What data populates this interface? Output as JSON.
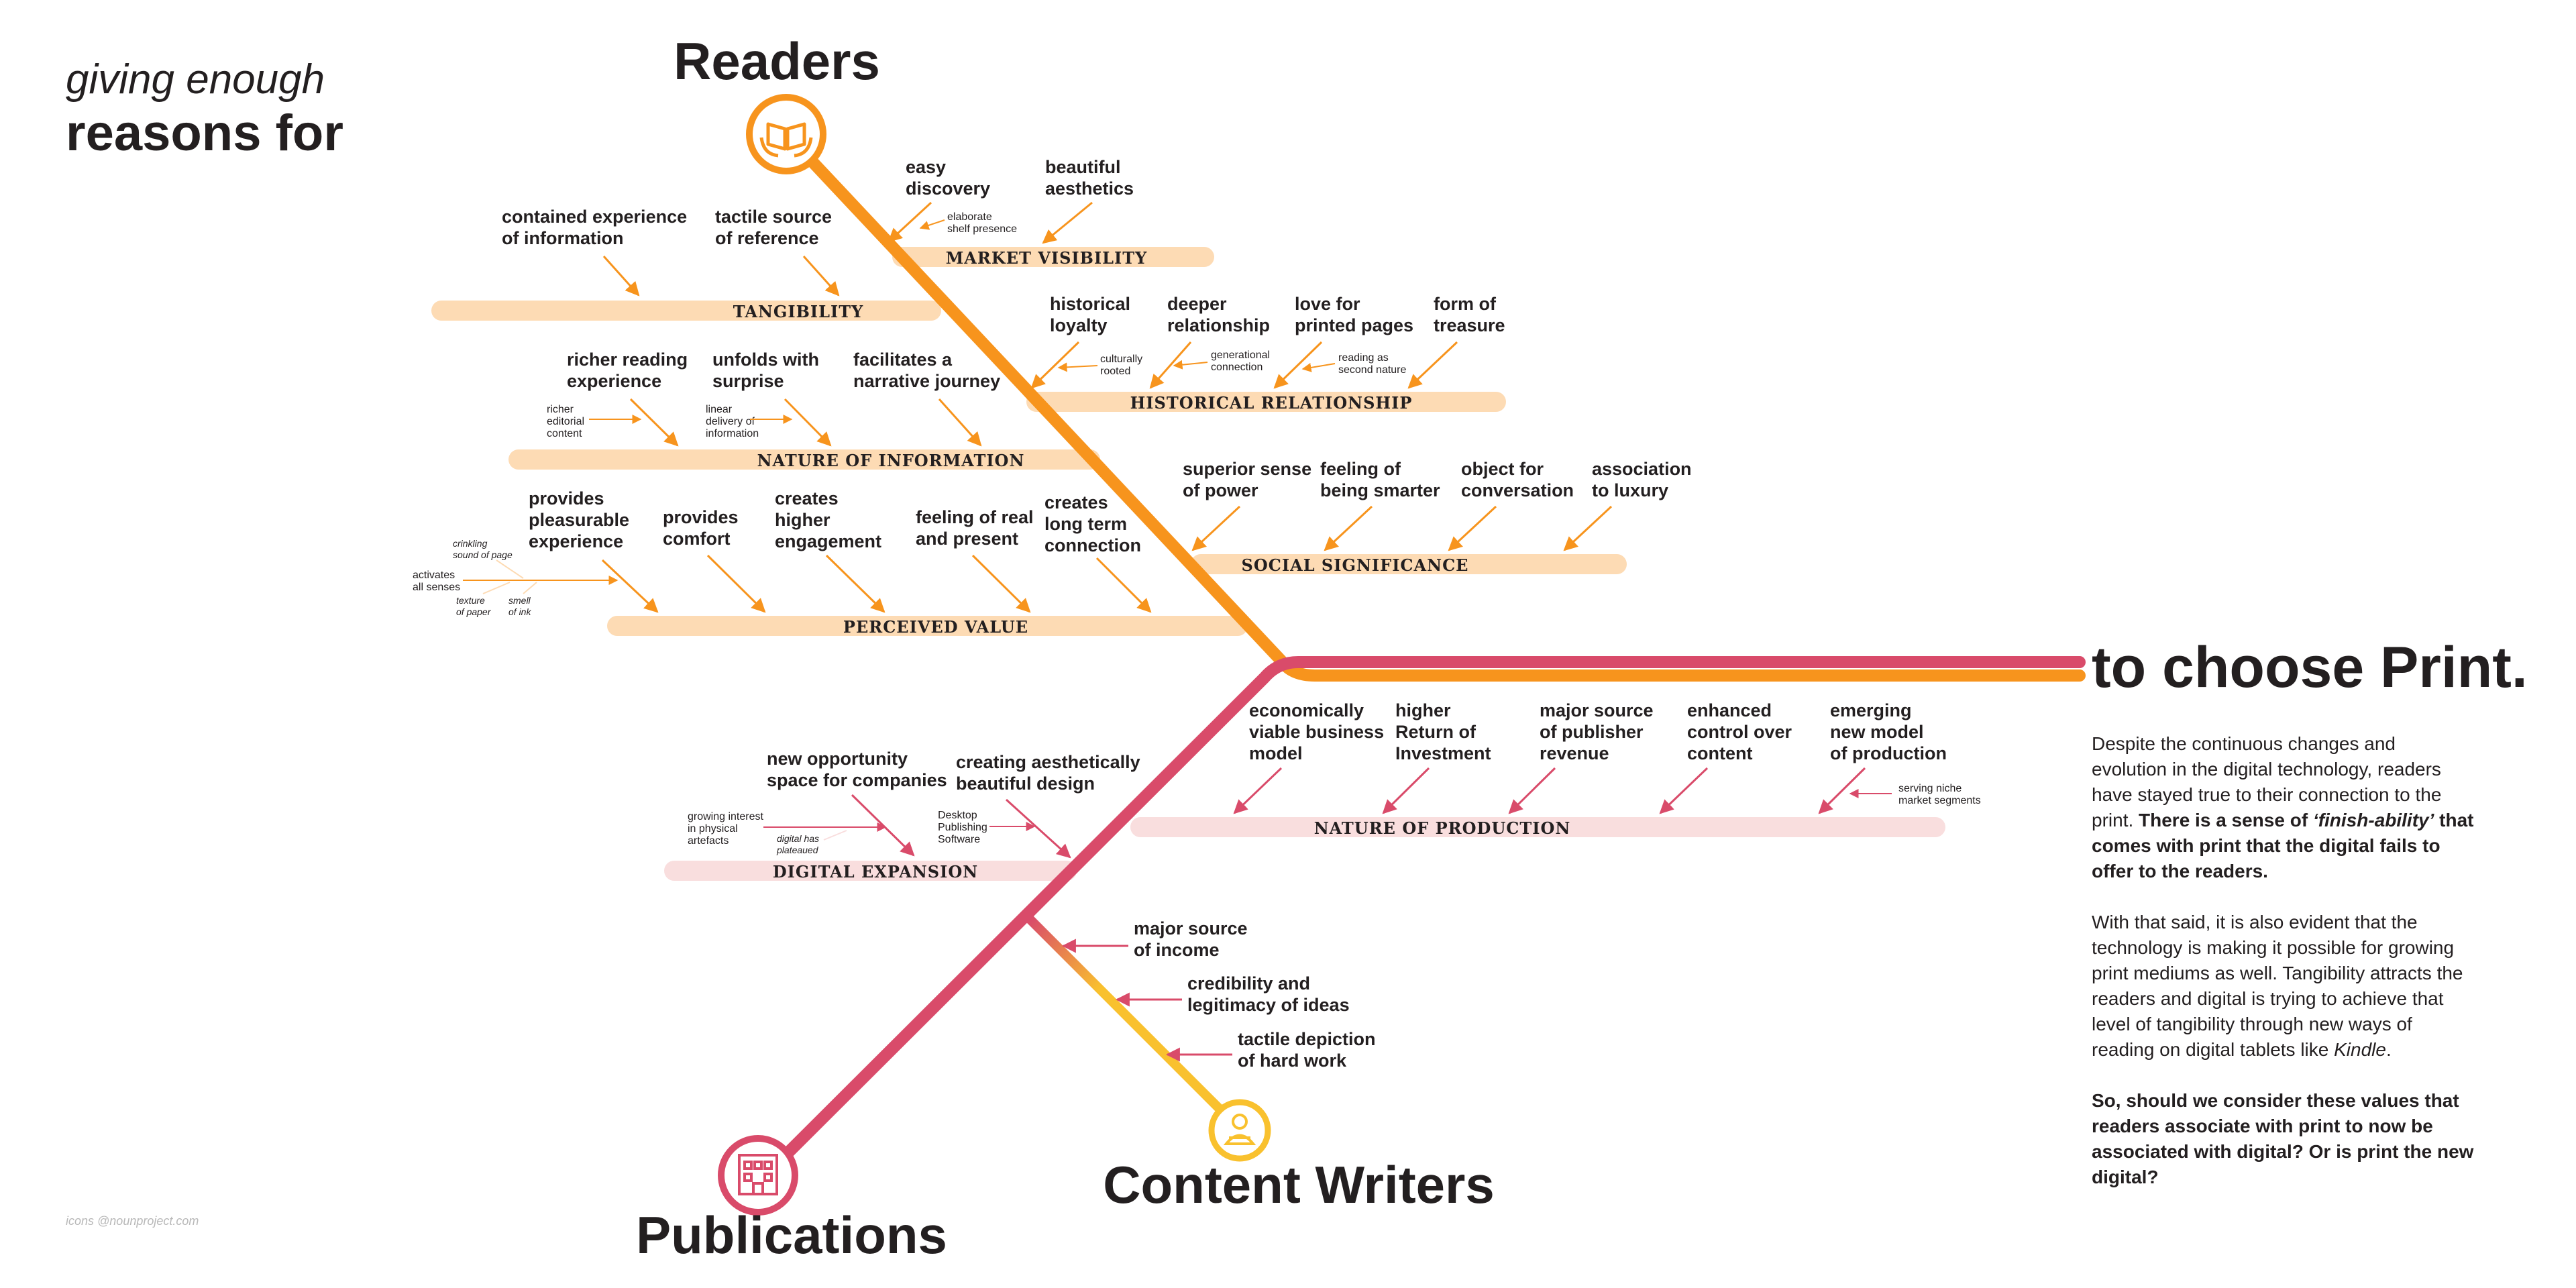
{
  "colors": {
    "readers": "#f7941d",
    "readers_light": "#fddbb4",
    "publications": "#d94b6a",
    "publications_light": "#f9dede",
    "writers": "#f9c12e",
    "text": "#231f20"
  },
  "title": {
    "line1": "giving enough",
    "line2": "reasons for",
    "conclusion": "to choose Print."
  },
  "credit": "icons @nounproject.com",
  "actors": {
    "readers": {
      "label": "Readers",
      "icon": "book-hands-icon"
    },
    "publications": {
      "label": "Publications",
      "icon": "building-icon"
    },
    "writers": {
      "label": "Content Writers",
      "icon": "writer-icon"
    }
  },
  "categories": {
    "market_visibility": {
      "label": "MARKET VISIBILITY",
      "items": [
        "easy discovery",
        "beautiful aesthetics"
      ],
      "notes": [
        "elaborate shelf presence"
      ]
    },
    "tangibility": {
      "label": "TANGIBILITY",
      "items": [
        "contained experience of information",
        "tactile source of reference"
      ]
    },
    "historical_relationship": {
      "label": "HISTORICAL RELATIONSHIP",
      "items": [
        "historical loyalty",
        "deeper relationship",
        "love for printed pages",
        "form of treasure"
      ],
      "notes": [
        "culturally rooted",
        "generational connection",
        "reading as second nature"
      ]
    },
    "nature_of_information": {
      "label": "NATURE OF INFORMATION",
      "items": [
        "richer reading experience",
        "unfolds with surprise",
        "facilitates a narrative journey"
      ],
      "notes": [
        "richer editorial content",
        "linear delivery of information"
      ]
    },
    "social_significance": {
      "label": "SOCIAL SIGNIFICANCE",
      "items": [
        "superior sense of power",
        "feeling of being smarter",
        "object for conversation",
        "association to luxury"
      ]
    },
    "perceived_value": {
      "label": "PERCEIVED VALUE",
      "items": [
        "provides pleasurable experience",
        "provides comfort",
        "creates higher engagement",
        "feeling of real and present",
        "creates long term connection"
      ],
      "notes": [
        "activates all senses",
        "crinkling sound of page",
        "texture of paper",
        "smell of ink"
      ]
    },
    "nature_of_production": {
      "label": "NATURE OF PRODUCTION",
      "items": [
        "economically viable business model",
        "higher Return of Investment",
        "major source of publisher revenue",
        "enhanced control over content",
        "emerging new model of production"
      ],
      "notes": [
        "serving niche market segments"
      ]
    },
    "digital_expansion": {
      "label": "DIGITAL EXPANSION",
      "items": [
        "new opportunity space for companies",
        "creating aesthetically beautiful design"
      ],
      "notes": [
        "growing interest in physical artefacts",
        "digital has plateaued",
        "Desktop Publishing Software"
      ]
    },
    "writers_values": {
      "items": [
        "major source of income",
        "credibility and legitimacy of ideas",
        "tactile depiction of hard work"
      ]
    }
  },
  "side_text": {
    "p1_plain": "Despite the continuous changes and evolution in the digital technology, readers have stayed true to their connection to the print. ",
    "p1_bold_a": "There is a sense of ",
    "p1_bold_em": "‘finish-ability’",
    "p1_bold_b": " that comes with print that the digital fails to offer to the readers.",
    "p2_plain": "With that said, it is also evident that the technology is making it possible for growing print mediums as well. Tangibility attracts the readers and digital is trying to achieve that level of tangibility through new ways of reading on digital tablets like ",
    "p2_em": "Kindle",
    "p2_end": ".",
    "p3_bold": "So, should we consider these values that readers associate with print to now be associated with digital? Or is print the new digital?"
  }
}
